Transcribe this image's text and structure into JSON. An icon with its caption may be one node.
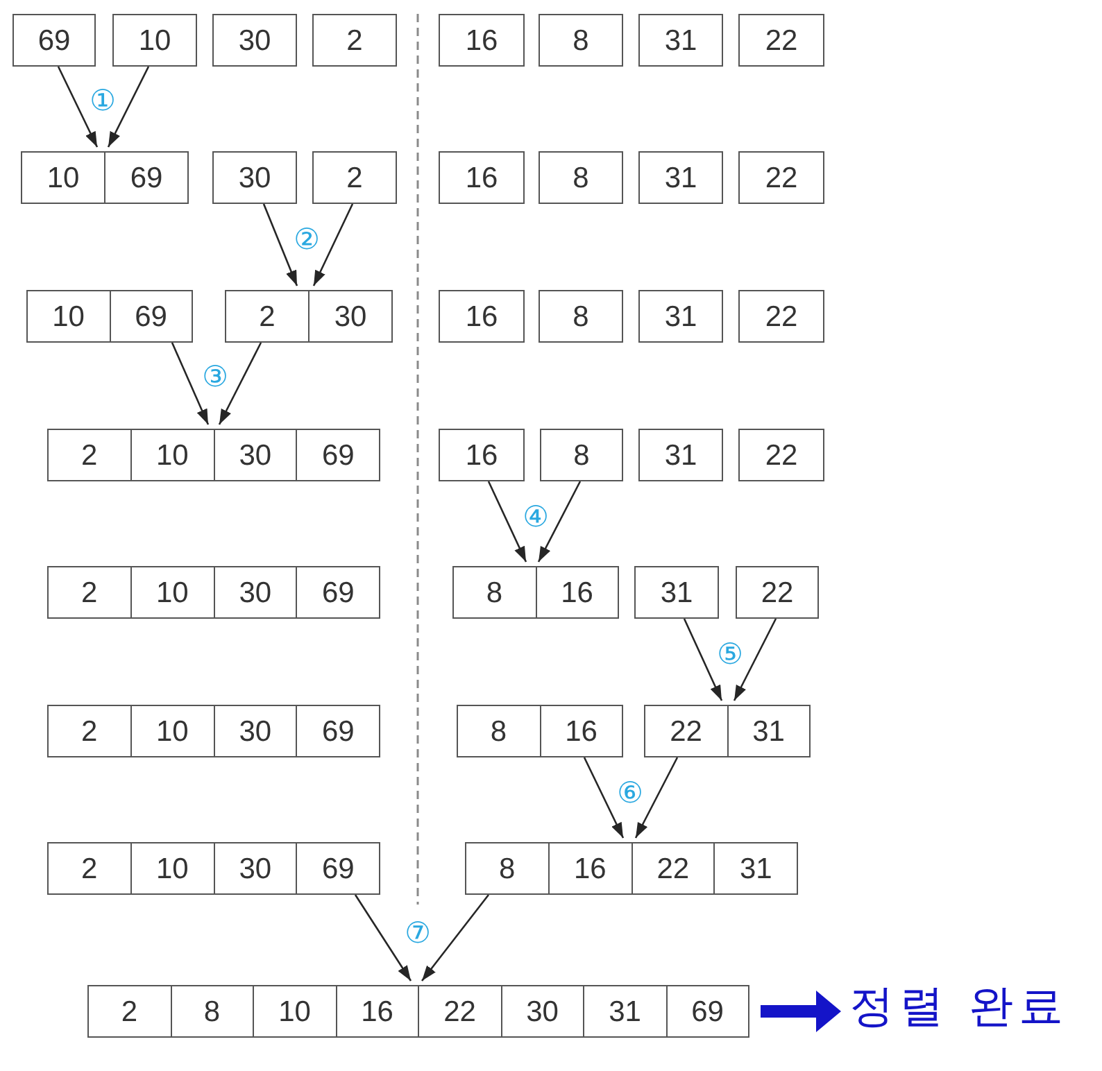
{
  "diagram": {
    "nodes": [
      {
        "text": [
          "69"
        ]
      },
      {
        "text": [
          "10"
        ]
      },
      {
        "text": [
          "30"
        ]
      },
      {
        "text": [
          "2"
        ]
      },
      {
        "text": [
          "16"
        ]
      },
      {
        "text": [
          "8"
        ]
      },
      {
        "text": [
          "31"
        ]
      },
      {
        "text": [
          "22"
        ]
      },
      {
        "text": [
          "10",
          "69"
        ]
      },
      {
        "text": [
          "30"
        ]
      },
      {
        "text": [
          "2"
        ]
      },
      {
        "text": [
          "16"
        ]
      },
      {
        "text": [
          "8"
        ]
      },
      {
        "text": [
          "31"
        ]
      },
      {
        "text": [
          "22"
        ]
      },
      {
        "text": [
          "10",
          "69"
        ]
      },
      {
        "text": [
          "2",
          "30"
        ]
      },
      {
        "text": [
          "16"
        ]
      },
      {
        "text": [
          "8"
        ]
      },
      {
        "text": [
          "31"
        ]
      },
      {
        "text": [
          "22"
        ]
      },
      {
        "text": [
          "2",
          "10",
          "30",
          "69"
        ]
      },
      {
        "text": [
          "16"
        ]
      },
      {
        "text": [
          "8"
        ]
      },
      {
        "text": [
          "31"
        ]
      },
      {
        "text": [
          "22"
        ]
      },
      {
        "text": [
          "2",
          "10",
          "30",
          "69"
        ]
      },
      {
        "text": [
          "8",
          "16"
        ]
      },
      {
        "text": [
          "31"
        ]
      },
      {
        "text": [
          "22"
        ]
      },
      {
        "text": [
          "2",
          "10",
          "30",
          "69"
        ]
      },
      {
        "text": [
          "8",
          "16"
        ]
      },
      {
        "text": [
          "22",
          "31"
        ]
      },
      {
        "text": [
          "2",
          "10",
          "30",
          "69"
        ]
      },
      {
        "text": [
          "8",
          "16",
          "22",
          "31"
        ]
      },
      {
        "text": [
          "2",
          "8",
          "10",
          "16",
          "22",
          "30",
          "31",
          "69"
        ]
      },
      {
        "text": [
          "정렬 완료"
        ]
      }
    ],
    "edges": [
      {
        "from": 0,
        "to": 8,
        "arrow": "to"
      },
      {
        "from": 1,
        "to": 8,
        "arrow": "to"
      },
      {
        "from": 9,
        "to": 16,
        "arrow": "to"
      },
      {
        "from": 10,
        "to": 16,
        "arrow": "to"
      },
      {
        "from": 15,
        "to": 21,
        "arrow": "to"
      },
      {
        "from": 16,
        "to": 21,
        "arrow": "to"
      },
      {
        "from": 22,
        "to": 27,
        "arrow": "to"
      },
      {
        "from": 23,
        "to": 27,
        "arrow": "to"
      },
      {
        "from": 28,
        "to": 32,
        "arrow": "to"
      },
      {
        "from": 29,
        "to": 32,
        "arrow": "to"
      },
      {
        "from": 31,
        "to": 34,
        "arrow": "to"
      },
      {
        "from": 32,
        "to": 34,
        "arrow": "to"
      },
      {
        "from": 33,
        "to": 35,
        "arrow": "to"
      },
      {
        "from": 34,
        "to": 35,
        "arrow": "to"
      },
      {
        "from": 35,
        "to": 36,
        "arrow": "to",
        "style": "thick",
        "color": "#1414c8"
      }
    ],
    "labels": [
      "①",
      "②",
      "③",
      "④",
      "⑤",
      "⑥",
      "⑦"
    ]
  }
}
